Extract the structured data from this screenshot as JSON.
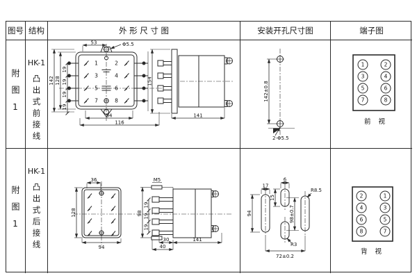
{
  "page": {
    "background": "#ffffff",
    "line_color": "#2a2a2a"
  },
  "table": {
    "headers": [
      "图号",
      "结构",
      "外 形 尺 寸 图",
      "安装开孔尺寸图",
      "端子图"
    ]
  },
  "rows": [
    {
      "figure_no": "附图1",
      "model": "HK-1",
      "structure": "凸出式前接线",
      "outline": {
        "front": {
          "top_width": "53",
          "hole_dia": "Φ5.5",
          "height_outer": "142",
          "height_inner": "128",
          "pitch": "19",
          "terminals": [
            "1",
            "2",
            "3",
            "4",
            "5",
            "6",
            "7",
            "8"
          ],
          "bottom_inner": "94",
          "bottom_outer": "116"
        },
        "side": {
          "height": "154",
          "depth": "141"
        }
      },
      "mounting": {
        "hole_spacing": "142±0.8",
        "holes_label": "2-Φ5.5"
      },
      "terminal_diagram": {
        "left": [
          "1",
          "3",
          "5",
          "7"
        ],
        "right": [
          "2",
          "4",
          "6",
          "8"
        ],
        "view_label": "前 视"
      }
    },
    {
      "figure_no": "附图1",
      "model": "HK-1",
      "structure": "凸出式后接线",
      "outline": {
        "front": {
          "top_width": "36",
          "height": "128",
          "bottom_width": "94"
        },
        "side": {
          "screw": "M5",
          "stud_span": "98",
          "pitch": "19",
          "shaft_len": "30",
          "stud_len": "40",
          "depth": "141"
        }
      },
      "mounting": {
        "slot_width": "17",
        "slot_height": "94",
        "center_slot_width": "6",
        "center_slot_height": "15",
        "center_spacing": "98±0.7",
        "radius_outer": "R8.5",
        "radius_center": "R3",
        "slot_span": "72±0.2"
      },
      "terminal_diagram": {
        "left": [
          "2",
          "4",
          "6",
          "8"
        ],
        "right": [
          "1",
          "3",
          "5",
          "7"
        ],
        "view_label": "背 视"
      }
    }
  ]
}
